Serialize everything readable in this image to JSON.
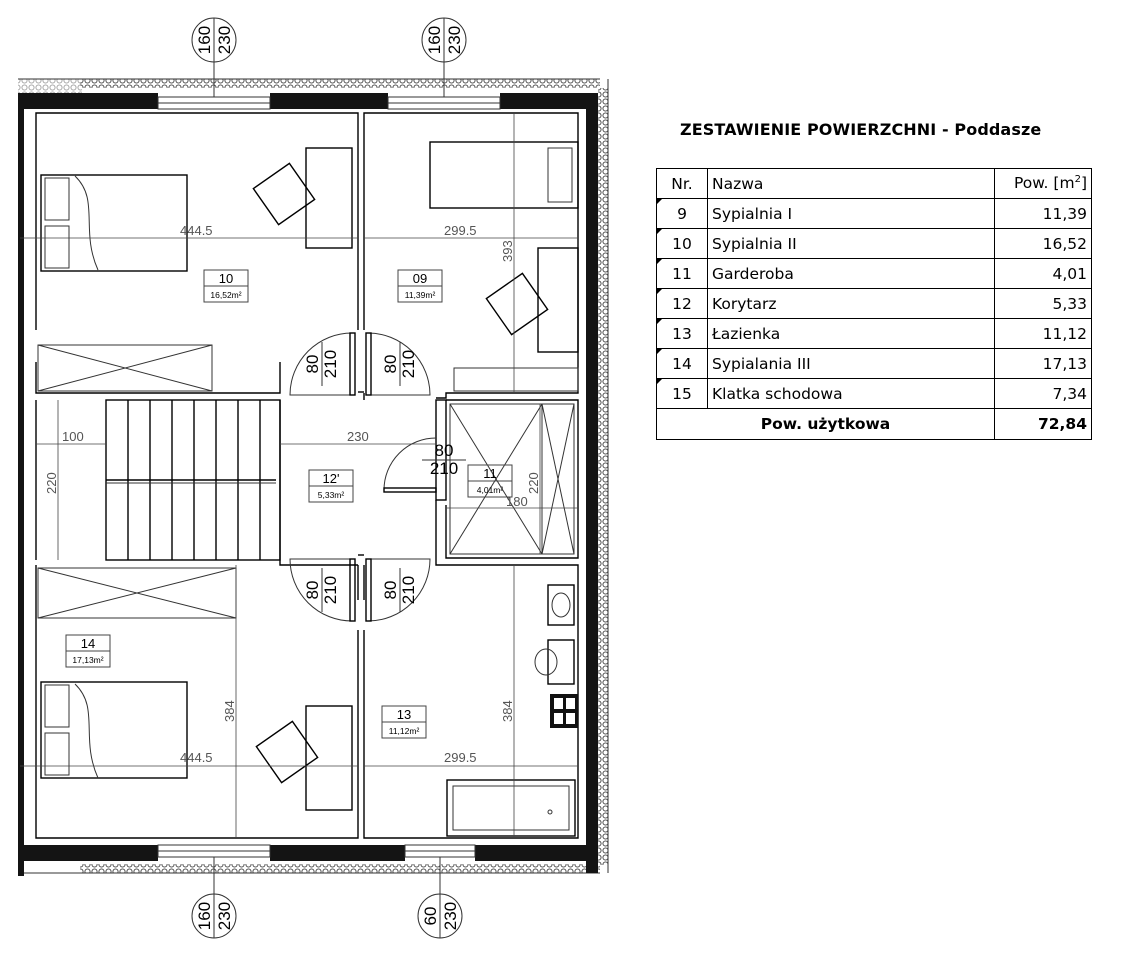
{
  "table": {
    "title": "ZESTAWIENIE POWIERZCHNI - Poddasze",
    "headers": {
      "nr": "Nr.",
      "name": "Nazwa",
      "area": "Pow. [m",
      "area_sup": "2",
      "area_end": "]"
    },
    "rows": [
      {
        "nr": "9",
        "name": "Sypialnia I",
        "area": "11,39"
      },
      {
        "nr": "10",
        "name": "Sypialnia II",
        "area": "16,52"
      },
      {
        "nr": "11",
        "name": "Garderoba",
        "area": "4,01"
      },
      {
        "nr": "12",
        "name": "Korytarz",
        "area": "5,33"
      },
      {
        "nr": "13",
        "name": "Łazienka",
        "area": "11,12"
      },
      {
        "nr": "14",
        "name": "Sypialania III",
        "area": "17,13"
      },
      {
        "nr": "15",
        "name": "Klatka schodowa",
        "area": "7,34"
      }
    ],
    "total": {
      "label": "Pow. użytkowa",
      "value": "72,84"
    }
  },
  "plan": {
    "rooms": [
      {
        "id": "10",
        "area": "16,52m²"
      },
      {
        "id": "09",
        "area": "11,39m²"
      },
      {
        "id": "12'",
        "area": "5,33m²"
      },
      {
        "id": "11",
        "area": "4,01m²"
      },
      {
        "id": "14",
        "area": "17,13m²"
      },
      {
        "id": "13",
        "area": "11,12m²"
      }
    ],
    "windows": [
      {
        "w": "160",
        "h": "230"
      },
      {
        "w": "160",
        "h": "230"
      },
      {
        "w": "160",
        "h": "230"
      },
      {
        "w": "60",
        "h": "230"
      }
    ],
    "doors": [
      {
        "w": "80",
        "h": "210"
      },
      {
        "w": "80",
        "h": "210"
      },
      {
        "w": "80",
        "h": "210"
      },
      {
        "w": "80",
        "h": "210"
      },
      {
        "w": "80",
        "h": "210"
      }
    ],
    "dimensions": {
      "d1": "444.5",
      "d2": "299.5",
      "d3": "393",
      "d4": "100",
      "d5": "230",
      "d6": "220",
      "d7": "220",
      "d8": "180",
      "d9": "384",
      "d10": "384",
      "d11": "444.5",
      "d12": "299.5"
    }
  }
}
